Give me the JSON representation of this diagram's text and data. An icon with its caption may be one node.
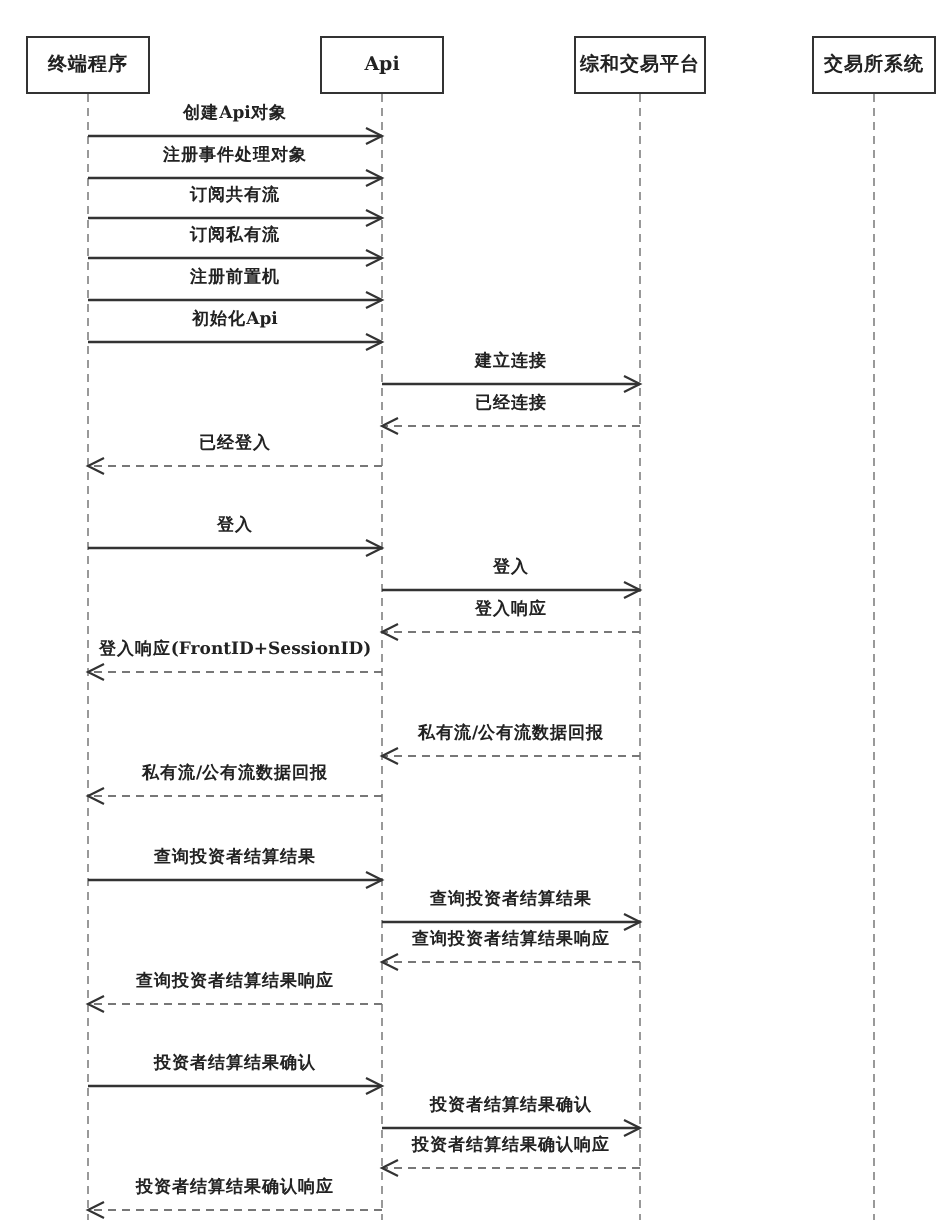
{
  "diagram": {
    "nodes": [
      {
        "text": [
          "终端程序"
        ]
      },
      {
        "text": [
          "Api"
        ]
      },
      {
        "text": [
          "综和交易平台"
        ]
      },
      {
        "text": [
          "交易所系统"
        ]
      }
    ],
    "edges": [
      {
        "from": 0,
        "to": 1,
        "arrow": "to",
        "label": "创建Api对象"
      },
      {
        "from": 0,
        "to": 1,
        "arrow": "to",
        "label": "注册事件处理对象"
      },
      {
        "from": 0,
        "to": 1,
        "arrow": "to",
        "label": "订阅共有流"
      },
      {
        "from": 0,
        "to": 1,
        "arrow": "to",
        "label": "订阅私有流"
      },
      {
        "from": 0,
        "to": 1,
        "arrow": "to",
        "label": "注册前置机"
      },
      {
        "from": 0,
        "to": 1,
        "arrow": "to",
        "label": "初始化Api"
      },
      {
        "from": 1,
        "to": 2,
        "arrow": "to",
        "label": "建立连接"
      },
      {
        "from": 2,
        "to": 1,
        "arrow": "to",
        "label": "已经连接",
        "style": "dashed"
      },
      {
        "from": 1,
        "to": 0,
        "arrow": "to",
        "label": "已经登入",
        "style": "dashed"
      },
      {
        "from": 0,
        "to": 1,
        "arrow": "to",
        "label": "登入"
      },
      {
        "from": 1,
        "to": 2,
        "arrow": "to",
        "label": "登入"
      },
      {
        "from": 2,
        "to": 1,
        "arrow": "to",
        "label": "登入响应",
        "style": "dashed"
      },
      {
        "from": 1,
        "to": 0,
        "arrow": "to",
        "label": "登入响应(FrontID+SessionID)",
        "style": "dashed"
      },
      {
        "from": 2,
        "to": 1,
        "arrow": "to",
        "label": "私有流/公有流数据回报",
        "style": "dashed"
      },
      {
        "from": 1,
        "to": 0,
        "arrow": "to",
        "label": "私有流/公有流数据回报",
        "style": "dashed"
      },
      {
        "from": 0,
        "to": 1,
        "arrow": "to",
        "label": "查询投资者结算结果"
      },
      {
        "from": 1,
        "to": 2,
        "arrow": "to",
        "label": "查询投资者结算结果"
      },
      {
        "from": 2,
        "to": 1,
        "arrow": "to",
        "label": "查询投资者结算结果响应",
        "style": "dashed"
      },
      {
        "from": 1,
        "to": 0,
        "arrow": "to",
        "label": "查询投资者结算结果响应",
        "style": "dashed"
      },
      {
        "from": 0,
        "to": 1,
        "arrow": "to",
        "label": "投资者结算结果确认"
      },
      {
        "from": 1,
        "to": 2,
        "arrow": "to",
        "label": "投资者结算结果确认"
      },
      {
        "from": 2,
        "to": 1,
        "arrow": "to",
        "label": "投资者结算结果确认响应",
        "style": "dashed"
      },
      {
        "from": 1,
        "to": 0,
        "arrow": "to",
        "label": "投资者结算结果确认响应",
        "style": "dashed"
      }
    ]
  }
}
